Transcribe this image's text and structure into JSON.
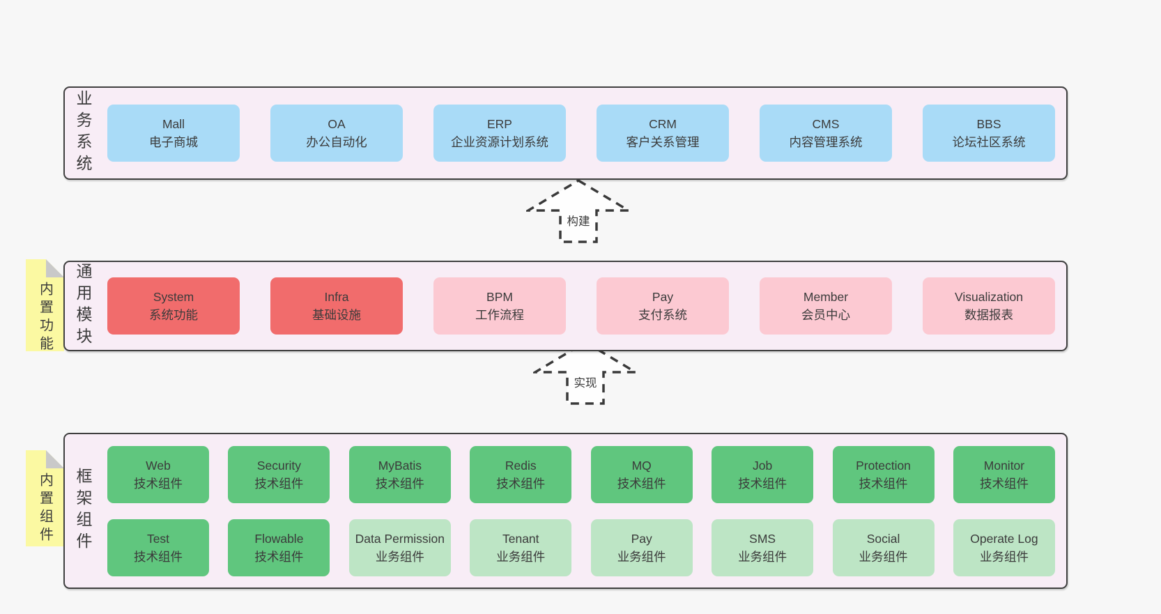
{
  "colors": {
    "page_bg": "#f7f7f7",
    "panel_bg": "#f8edf6",
    "panel_border": "#3f3f3f",
    "note_yellow": "#fbf9a2",
    "note_fold_gray": "#c9c9c9",
    "box_blue": "#a9dbf7",
    "box_red": "#f16c6c",
    "box_pink": "#fcc9d2",
    "box_green": "#60c67e",
    "box_light_green": "#bde5c5",
    "text": "#3b3b3b"
  },
  "arrows": [
    {
      "label": "构建"
    },
    {
      "label": "实现"
    }
  ],
  "panels": [
    {
      "label": "业务系统",
      "items": [
        {
          "name": "Mall",
          "desc": "电子商城"
        },
        {
          "name": "OA",
          "desc": "办公自动化"
        },
        {
          "name": "ERP",
          "desc": "企业资源计划系统"
        },
        {
          "name": "CRM",
          "desc": "客户关系管理"
        },
        {
          "name": "CMS",
          "desc": "内容管理系统"
        },
        {
          "name": "BBS",
          "desc": "论坛社区系统"
        }
      ]
    },
    {
      "label": "通用模块",
      "note": "内置功能",
      "items": [
        {
          "name": "System",
          "desc": "系统功能"
        },
        {
          "name": "Infra",
          "desc": "基础设施"
        },
        {
          "name": "BPM",
          "desc": "工作流程"
        },
        {
          "name": "Pay",
          "desc": "支付系统"
        },
        {
          "name": "Member",
          "desc": "会员中心"
        },
        {
          "name": "Visualization",
          "desc": "数据报表"
        }
      ]
    },
    {
      "label": "框架组件",
      "note": "内置组件",
      "rows": [
        [
          {
            "name": "Web",
            "desc": "技术组件"
          },
          {
            "name": "Security",
            "desc": "技术组件"
          },
          {
            "name": "MyBatis",
            "desc": "技术组件"
          },
          {
            "name": "Redis",
            "desc": "技术组件"
          },
          {
            "name": "MQ",
            "desc": "技术组件"
          },
          {
            "name": "Job",
            "desc": "技术组件"
          },
          {
            "name": "Protection",
            "desc": "技术组件"
          },
          {
            "name": "Monitor",
            "desc": "技术组件"
          }
        ],
        [
          {
            "name": "Test",
            "desc": "技术组件"
          },
          {
            "name": "Flowable",
            "desc": "技术组件"
          },
          {
            "name": "Data Permission",
            "desc": "业务组件"
          },
          {
            "name": "Tenant",
            "desc": "业务组件"
          },
          {
            "name": "Pay",
            "desc": "业务组件"
          },
          {
            "name": "SMS",
            "desc": "业务组件"
          },
          {
            "name": "Social",
            "desc": "业务组件"
          },
          {
            "name": "Operate Log",
            "desc": "业务组件"
          }
        ]
      ]
    }
  ]
}
